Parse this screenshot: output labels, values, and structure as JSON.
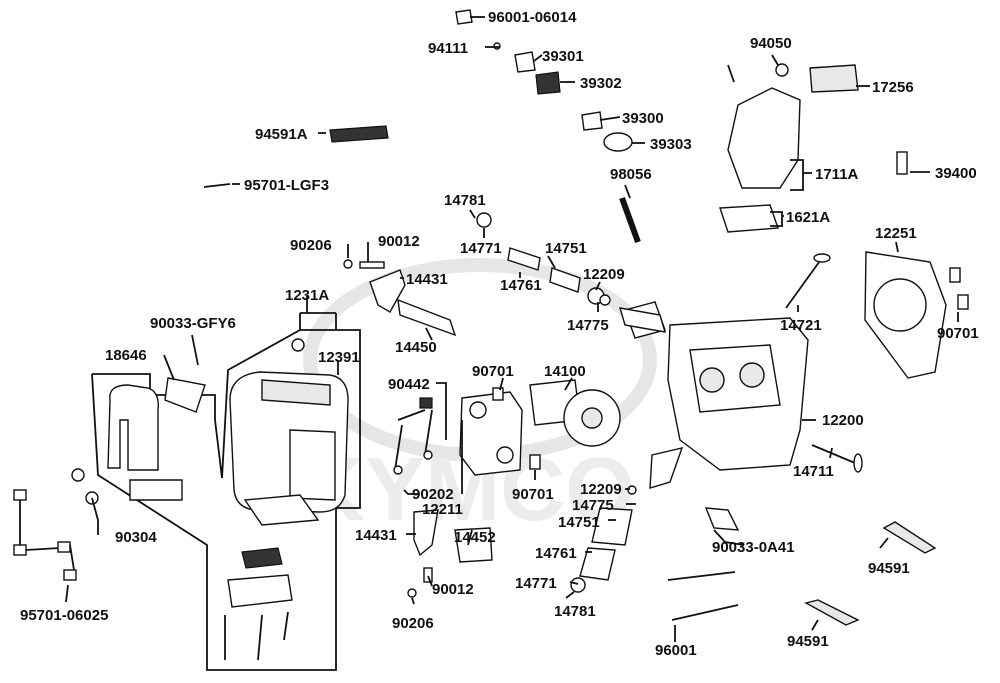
{
  "watermark": "KYMCO",
  "parts": {
    "p96001_06014": "96001-06014",
    "p94111": "94111",
    "p39301": "39301",
    "p39302": "39302",
    "p39300": "39300",
    "p39303": "39303",
    "p94050": "94050",
    "p17256": "17256",
    "p94591A": "94591A",
    "p95701_LGF3": "95701-LGF3",
    "p1711A": "1711A",
    "p98056": "98056",
    "p39400": "39400",
    "p14781_top": "14781",
    "p14771_top": "14771",
    "p14751_top": "14751",
    "p1621A": "1621A",
    "p90206_top": "90206",
    "p90012_top": "90012",
    "p12209_top": "12209",
    "p14761_top": "14761",
    "p12251": "12251",
    "p14431_top": "14431",
    "p1231A": "1231A",
    "p14775_top": "14775",
    "p14721": "14721",
    "p90701_right": "90701",
    "p90033_GFY6": "90033-GFY6",
    "p14450": "14450",
    "p12391": "12391",
    "p18646": "18646",
    "p90701_mid": "90701",
    "p14100": "14100",
    "p90442": "90442",
    "p12200": "12200",
    "p14711": "14711",
    "p90202": "90202",
    "p90701_low": "90701",
    "p12209_low": "12209",
    "p12211": "12211",
    "p14775_low": "14775",
    "p14751_low": "14751",
    "p90304": "90304",
    "p14431_low": "14431",
    "p14452": "14452",
    "p90033_0A41": "90033-0A41",
    "p14761_low": "14761",
    "p94591_right": "94591",
    "p90012_low": "90012",
    "p14771_low": "14771",
    "p14781_low": "14781",
    "p95701_06025": "95701-06025",
    "p90206_low": "90206",
    "p96001": "96001",
    "p94591_low": "94591"
  }
}
